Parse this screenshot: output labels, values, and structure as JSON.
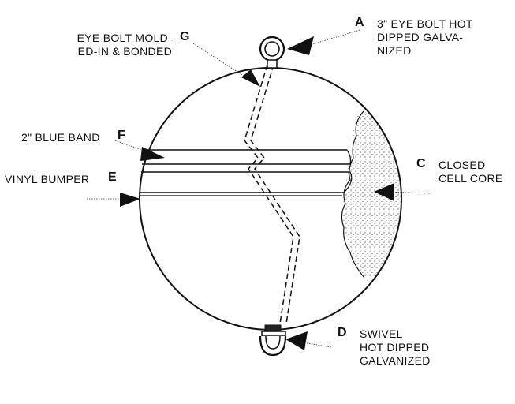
{
  "callouts": {
    "a": {
      "letter": "A",
      "lines": [
        "3\" EYE BOLT HOT",
        "DIPPED GALVA-",
        "NIZED"
      ]
    },
    "g": {
      "letter": "G",
      "lines": [
        "EYE BOLT  MOLD-",
        "ED-IN & BONDED"
      ]
    },
    "f": {
      "letter": "F",
      "lines": [
        "2\" BLUE BAND"
      ]
    },
    "e": {
      "letter": "E",
      "lines": [
        "VINYL BUMPER"
      ]
    },
    "c": {
      "letter": "C",
      "lines": [
        "CLOSED",
        "CELL CORE"
      ]
    },
    "d": {
      "letter": "D",
      "lines": [
        "SWIVEL",
        "HOT DIPPED",
        "GALVANIZED"
      ]
    }
  }
}
